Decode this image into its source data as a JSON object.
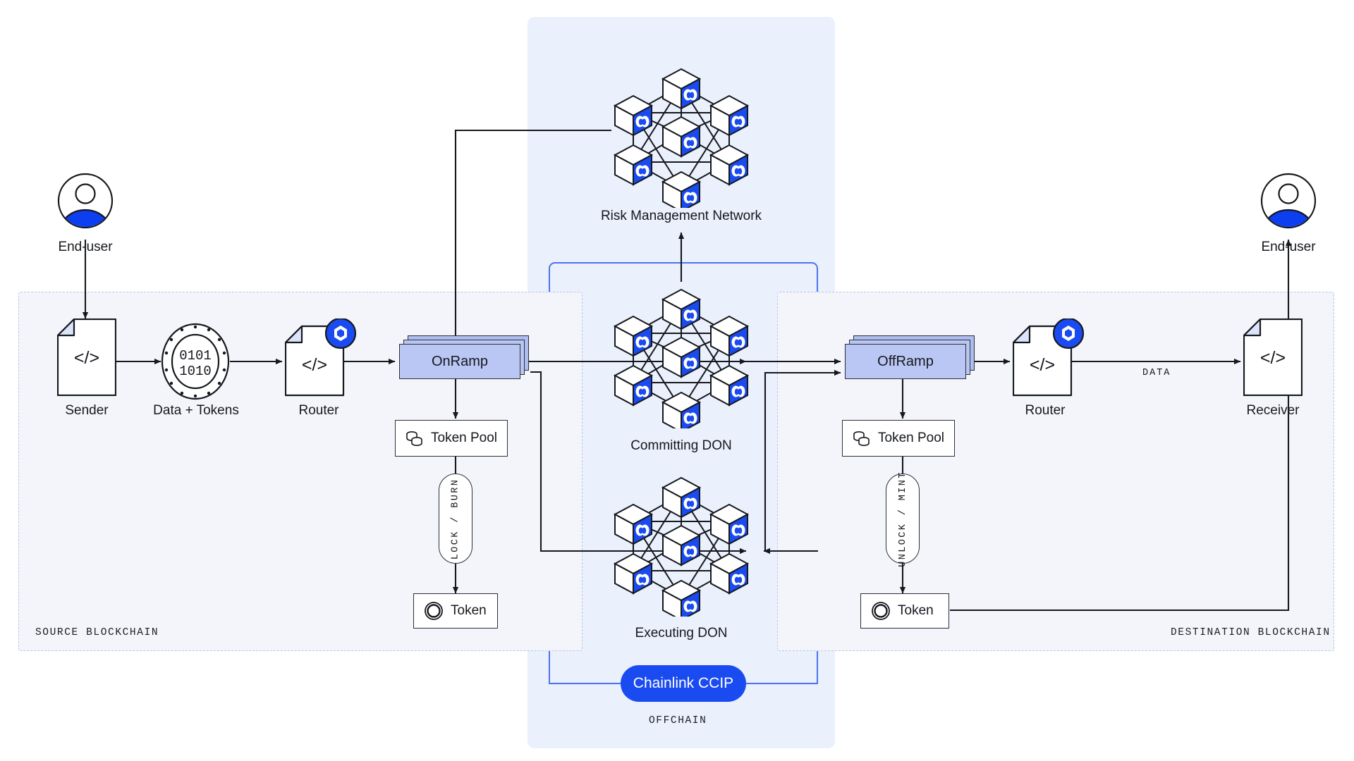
{
  "diagram": {
    "title": "Chainlink CCIP cross-chain token and data transfer architecture",
    "accent_blue": "#1a4bf0",
    "ramp_fill": "#bac7f4",
    "zone_fill": "#f3f5fb",
    "offchain_fill": "#eaf0fc",
    "offchain_border": "#4a73f0"
  },
  "zones": {
    "source": {
      "label": "SOURCE BLOCKCHAIN"
    },
    "destination": {
      "label": "DESTINATION BLOCKCHAIN"
    },
    "offchain": {
      "label": "OFFCHAIN"
    }
  },
  "source_chain": {
    "end_user": {
      "label": "End-user",
      "icon": "user-avatar-icon"
    },
    "sender": {
      "label": "Sender",
      "icon": "code-document-icon",
      "glyph": "</>"
    },
    "data_tokens": {
      "label": "Data + Tokens",
      "icon": "data-coin-icon",
      "line1": "0101",
      "line2": "1010"
    },
    "router": {
      "label": "Router",
      "icon": "code-document-icon",
      "glyph": "</>",
      "badge": "chainlink-hex-icon"
    },
    "onramp": {
      "label": "OnRamp"
    },
    "token_pool": {
      "label": "Token Pool",
      "icon": "coins-stack-icon"
    },
    "lock_burn": {
      "label": "LOCK / BURN"
    },
    "token": {
      "label": "Token",
      "icon": "token-ring-icon"
    }
  },
  "offchain": {
    "risk_network": {
      "label": "Risk Management Network",
      "icon": "don-node-cluster-icon"
    },
    "committing_don": {
      "label": "Committing DON",
      "icon": "don-node-cluster-icon"
    },
    "executing_don": {
      "label": "Executing DON",
      "icon": "don-node-cluster-icon"
    },
    "ccip_pill": {
      "label": "Chainlink CCIP"
    }
  },
  "destination_chain": {
    "end_user": {
      "label": "End-user",
      "icon": "user-avatar-icon"
    },
    "offramp": {
      "label": "OffRamp"
    },
    "token_pool": {
      "label": "Token Pool",
      "icon": "coins-stack-icon"
    },
    "unlock_mint": {
      "label": "UNLOCK / MINT"
    },
    "token": {
      "label": "Token",
      "icon": "token-ring-icon"
    },
    "router": {
      "label": "Router",
      "icon": "code-document-icon",
      "glyph": "</>",
      "badge": "chainlink-hex-icon"
    },
    "receiver": {
      "label": "Receiver",
      "icon": "code-document-icon",
      "glyph": "</>"
    },
    "data_edge": {
      "label": "DATA"
    }
  }
}
